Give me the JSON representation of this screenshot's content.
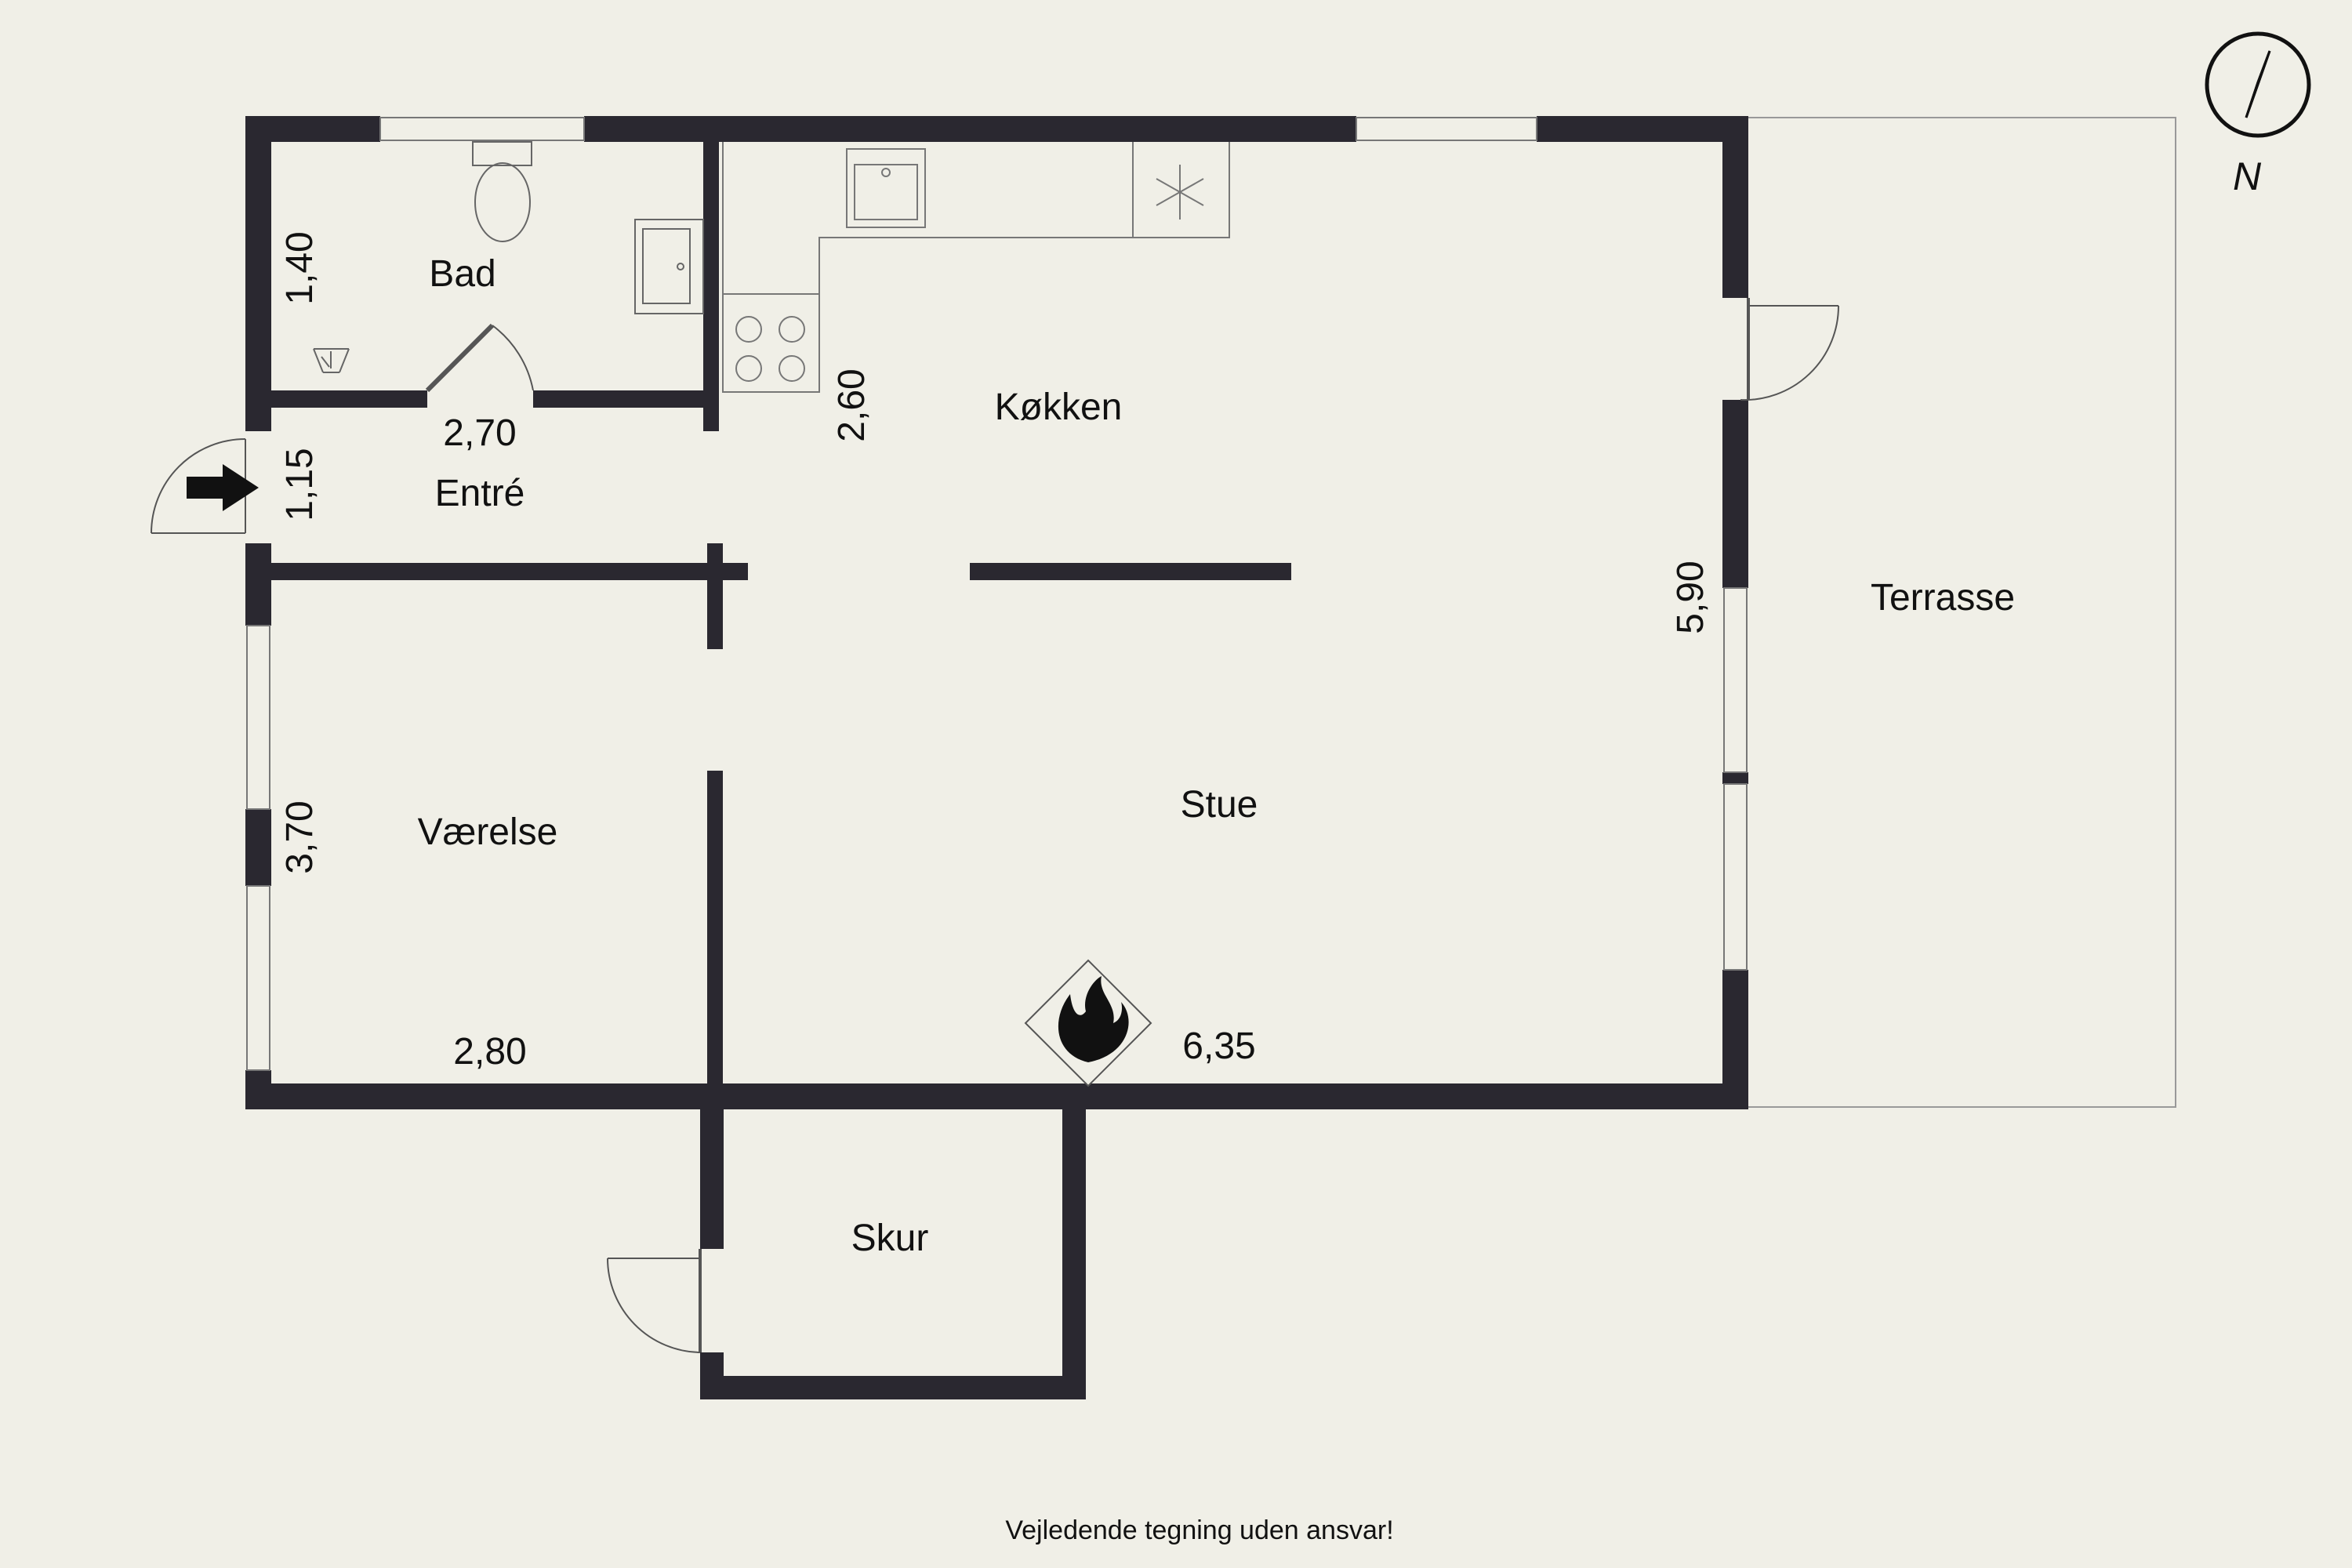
{
  "rooms": {
    "bad": "Bad",
    "entre": "Entré",
    "kokken": "Køkken",
    "vaerelse": "Værelse",
    "stue": "Stue",
    "terrasse": "Terrasse",
    "skur": "Skur"
  },
  "dimensions": {
    "bad_height": "1,40",
    "bad_width": "2,70",
    "entre_height": "1,15",
    "kokken_height": "2,60",
    "house_height": "5,90",
    "vaerelse_height": "3,70",
    "vaerelse_width": "2,80",
    "stue_width": "6,35"
  },
  "compass": {
    "label": "N",
    "icon": "compass-icon"
  },
  "footer": {
    "disclaimer": "Vejledende tegning uden ansvar!"
  },
  "colors": {
    "background": "#f0efe7",
    "wall": "#2a2830",
    "fixture": "#555555"
  }
}
